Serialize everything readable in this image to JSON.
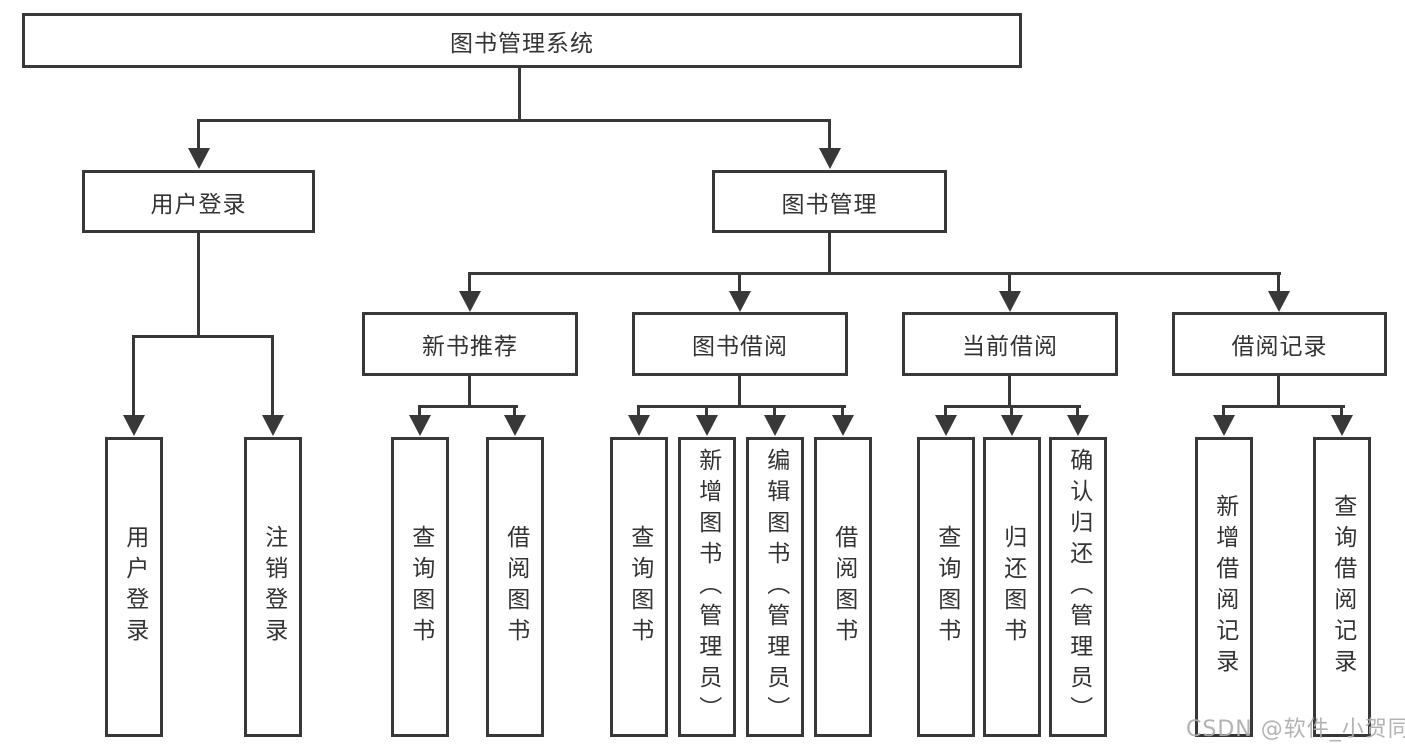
{
  "diagram": {
    "root": {
      "label": "图书管理系统",
      "children": [
        {
          "label": "用户登录",
          "children": [
            {
              "label": "用户登录"
            },
            {
              "label": "注销登录"
            }
          ]
        },
        {
          "label": "图书管理",
          "children": [
            {
              "label": "新书推荐",
              "children": [
                {
                  "label": "查询图书"
                },
                {
                  "label": "借阅图书"
                }
              ]
            },
            {
              "label": "图书借阅",
              "children": [
                {
                  "label": "查询图书"
                },
                {
                  "label": "新增图书（管理员）"
                },
                {
                  "label": "编辑图书（管理员）"
                },
                {
                  "label": "借阅图书"
                }
              ]
            },
            {
              "label": "当前借阅",
              "children": [
                {
                  "label": "查询图书"
                },
                {
                  "label": "归还图书"
                },
                {
                  "label": "确认归还（管理员）"
                }
              ]
            },
            {
              "label": "借阅记录",
              "children": [
                {
                  "label": "新增借阅记录"
                },
                {
                  "label": "查询借阅记录"
                }
              ]
            }
          ]
        }
      ]
    }
  },
  "watermark": {
    "text": "CSDN @软件_小贺同学"
  },
  "colors": {
    "line": "#383838",
    "text": "#333333",
    "watermark": "#acacac",
    "background": "#ffffff"
  }
}
